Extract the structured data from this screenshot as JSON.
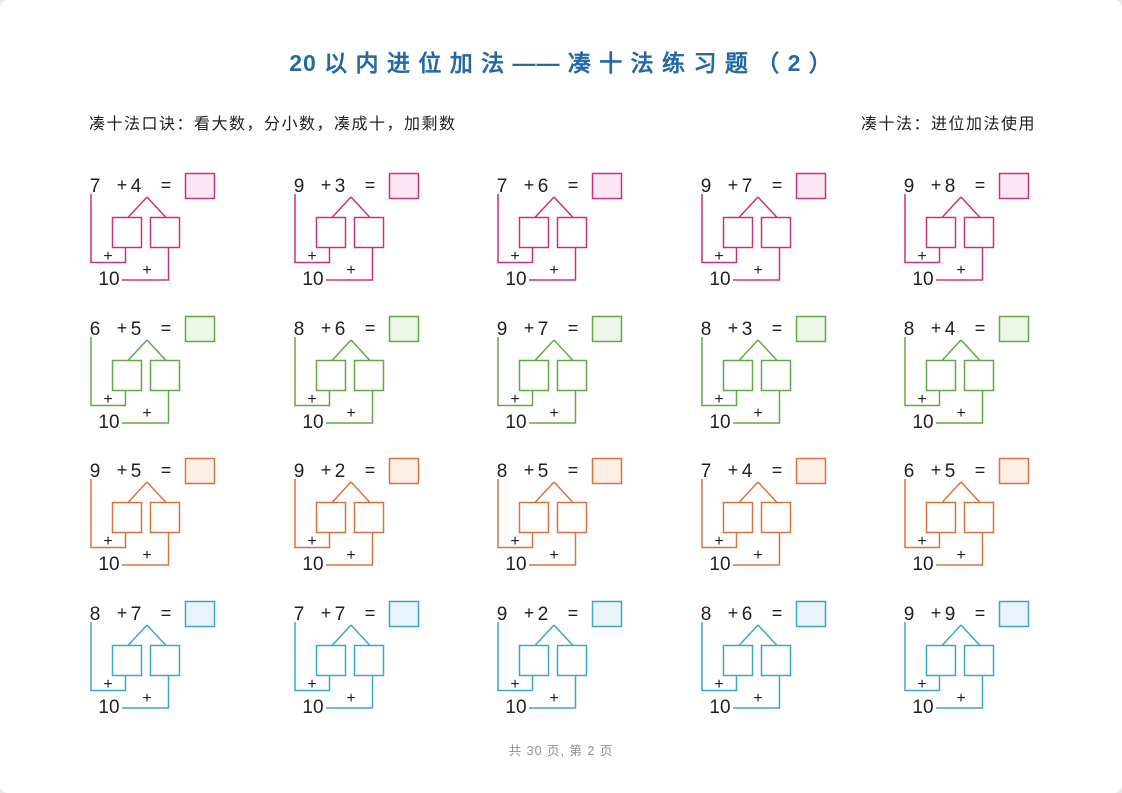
{
  "title": "20 以 内 进 位 加 法 —— 凑 十 法 练 习 题 （ 2 ）",
  "subtitle_left": "凑十法口诀：看大数，分小数，凑成十，加剩数",
  "subtitle_right": "凑十法：进位加法使用",
  "footer": "共 30 页, 第 2 页",
  "colors": {
    "title_blue": "#2468a6",
    "body_text": "#1f1f1f",
    "footer_gray": "#8f8f8f"
  },
  "diagram_labels": {
    "plus": "+",
    "equals": "=",
    "ten": "10"
  },
  "rows": [
    {
      "color": "#d02e7e",
      "box_fill": "#fbe7f3",
      "problems": [
        {
          "first": 7,
          "second": 4
        },
        {
          "first": 9,
          "second": 3
        },
        {
          "first": 7,
          "second": 6
        },
        {
          "first": 9,
          "second": 7
        },
        {
          "first": 9,
          "second": 8
        }
      ]
    },
    {
      "color": "#63a749",
      "box_fill": "#edf6e8",
      "problems": [
        {
          "first": 6,
          "second": 5
        },
        {
          "first": 8,
          "second": 6
        },
        {
          "first": 9,
          "second": 7
        },
        {
          "first": 8,
          "second": 3
        },
        {
          "first": 8,
          "second": 4
        }
      ]
    },
    {
      "color": "#df7040",
      "box_fill": "#fcf0e6",
      "problems": [
        {
          "first": 9,
          "second": 5
        },
        {
          "first": 9,
          "second": 2
        },
        {
          "first": 8,
          "second": 5
        },
        {
          "first": 7,
          "second": 4
        },
        {
          "first": 6,
          "second": 5
        }
      ]
    },
    {
      "color": "#3fa5cb",
      "box_fill": "#e8f4fa",
      "problems": [
        {
          "first": 8,
          "second": 7
        },
        {
          "first": 7,
          "second": 7
        },
        {
          "first": 9,
          "second": 2
        },
        {
          "first": 8,
          "second": 6
        },
        {
          "first": 9,
          "second": 9
        }
      ]
    }
  ]
}
